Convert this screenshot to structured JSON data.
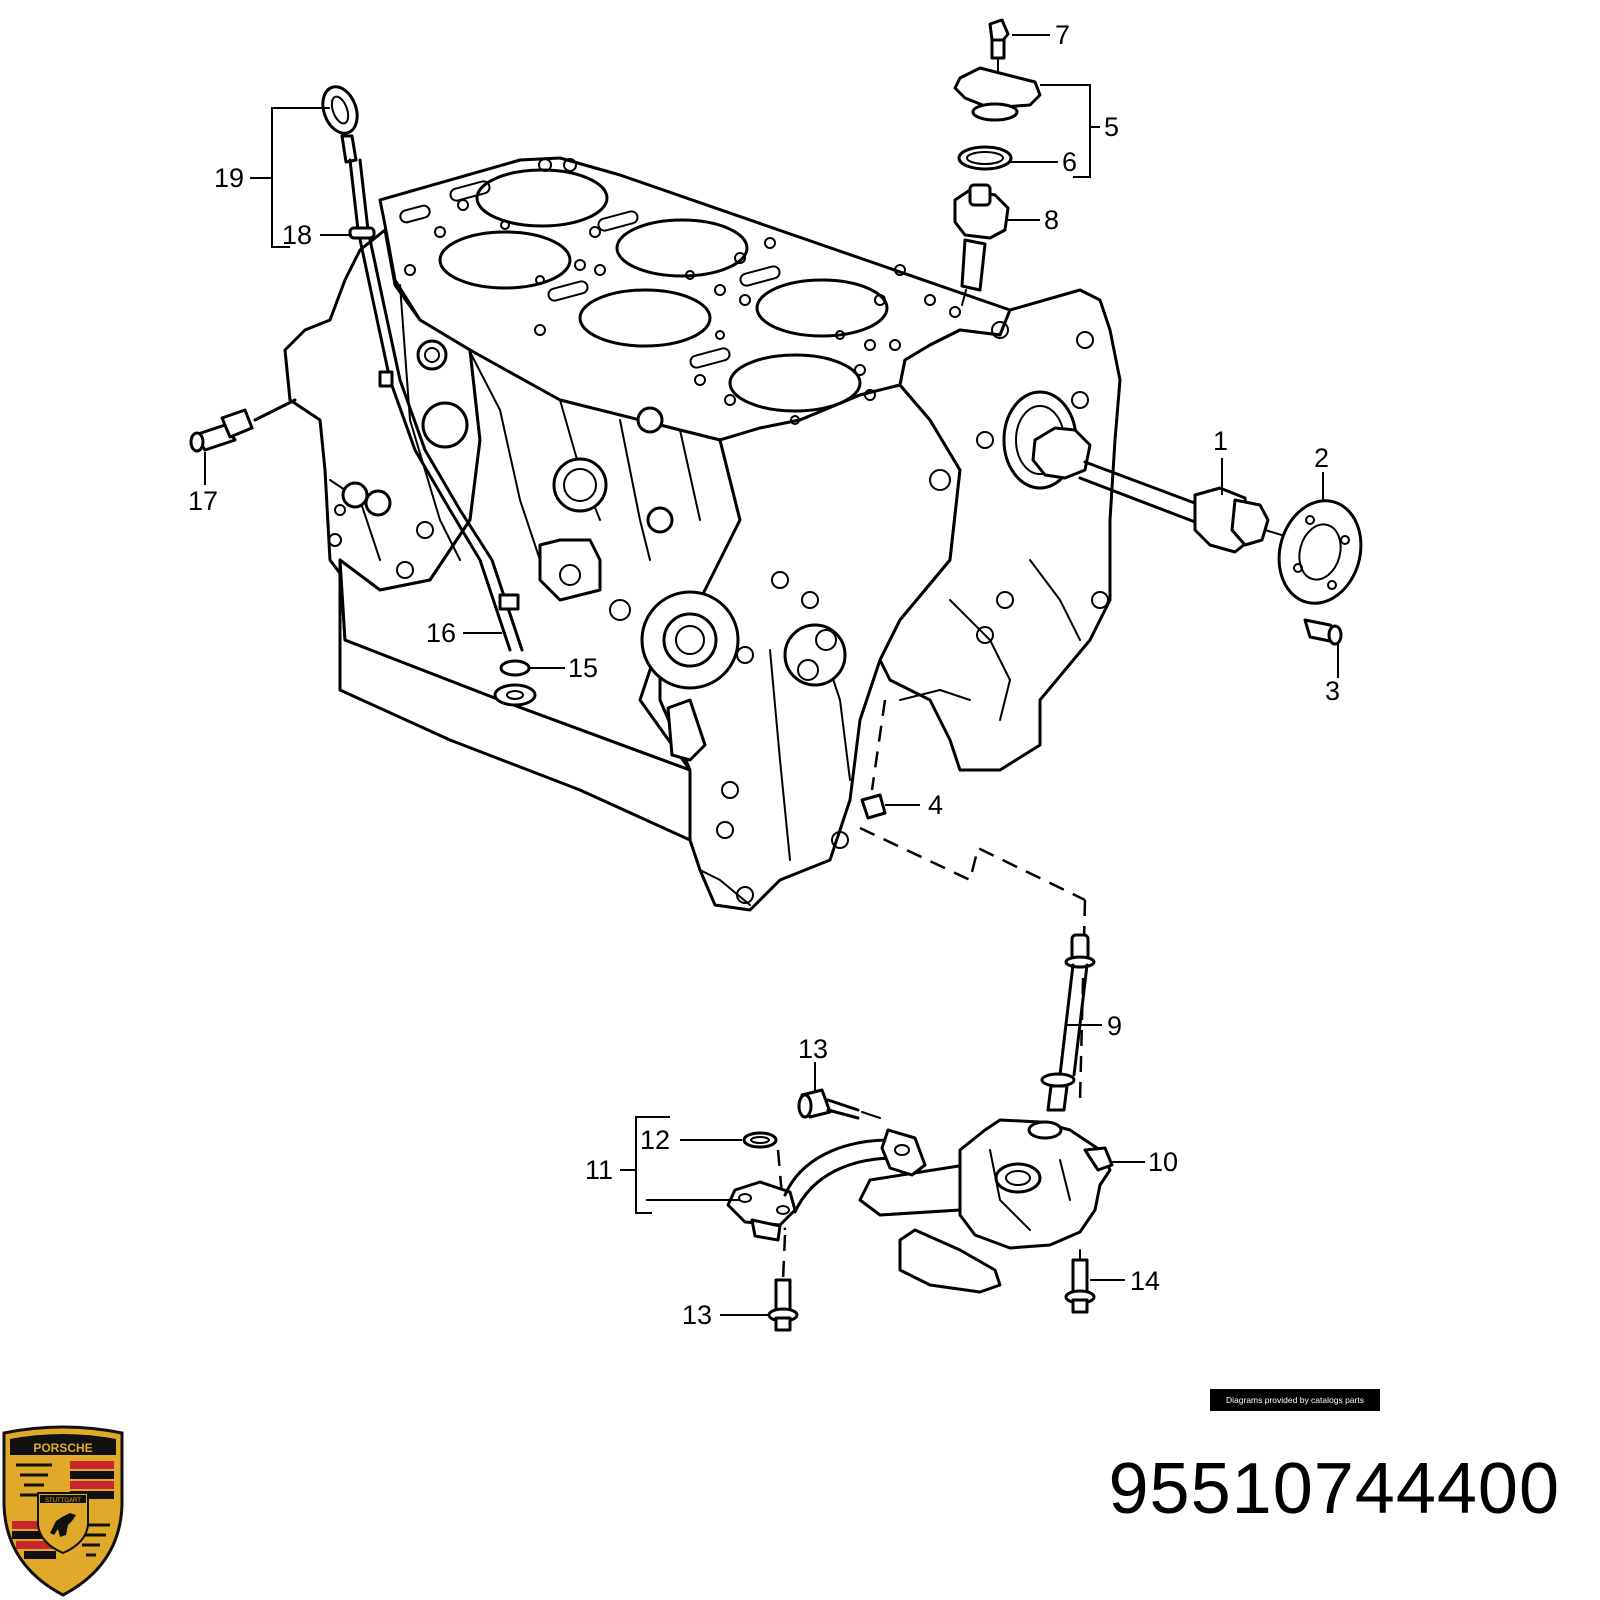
{
  "callouts": {
    "c1": "1",
    "c2": "2",
    "c3": "3",
    "c4": "4",
    "c5": "5",
    "c6": "6",
    "c7": "7",
    "c8": "8",
    "c9": "9",
    "c10": "10",
    "c11": "11",
    "c12": "12",
    "c13a": "13",
    "c13b": "13",
    "c14": "14",
    "c15": "15",
    "c16": "16",
    "c17": "17",
    "c18": "18",
    "c19": "19"
  },
  "credit_text": "Diagrams provided by catalogs parts",
  "part_number": "95510744400",
  "logo": {
    "brand": "PORSCHE",
    "city": "STUTTGART",
    "icon": "porsche-crest-icon",
    "colors": {
      "gold": "#e0a92a",
      "red": "#c8262c",
      "black": "#111111"
    }
  }
}
